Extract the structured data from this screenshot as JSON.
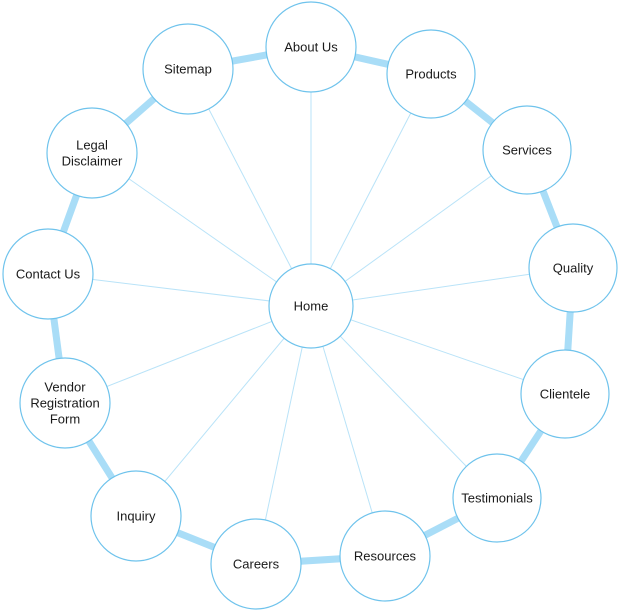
{
  "diagram": {
    "center": {
      "label": "Home"
    },
    "nodes": [
      {
        "id": "about-us",
        "label": "About Us"
      },
      {
        "id": "products",
        "label": "Products"
      },
      {
        "id": "services",
        "label": "Services"
      },
      {
        "id": "quality",
        "label": "Quality"
      },
      {
        "id": "clientele",
        "label": "Clientele"
      },
      {
        "id": "testimonials",
        "label": "Testimonials"
      },
      {
        "id": "resources",
        "label": "Resources"
      },
      {
        "id": "careers",
        "label": "Careers"
      },
      {
        "id": "inquiry",
        "label": "Inquiry"
      },
      {
        "id": "vendor-registration-form",
        "label": "Vendor Registration Form"
      },
      {
        "id": "contact-us",
        "label": "Contact Us"
      },
      {
        "id": "legal-disclaimer",
        "label": "Legal Disclaimer"
      },
      {
        "id": "sitemap",
        "label": "Sitemap"
      }
    ],
    "colors": {
      "ring": "#a9ddf7",
      "spoke": "#b9e3f8",
      "node_border": "#6fc3ec",
      "node_fill": "#ffffff",
      "text": "#1a1a1a"
    }
  }
}
